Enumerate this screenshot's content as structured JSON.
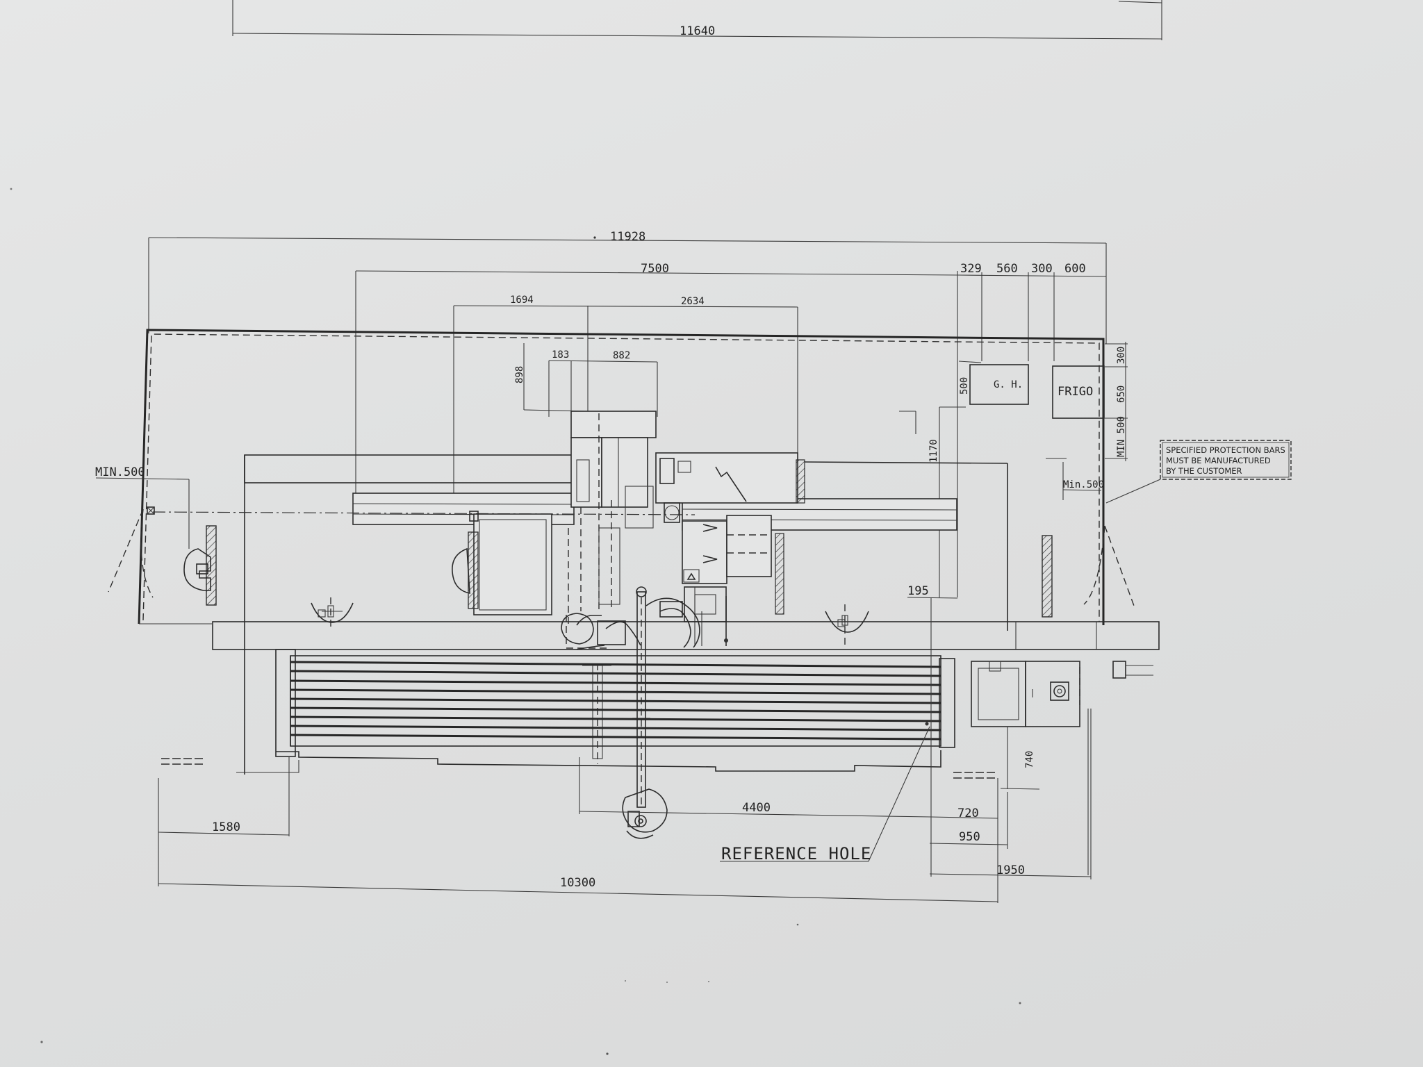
{
  "dimensions": {
    "top_overall": "11640",
    "overall_width": "11928",
    "machine_width": "7500",
    "clear_329": "329",
    "clear_560": "560",
    "clear_300": "300",
    "clear_600": "600",
    "head_1694": "1694",
    "head_2634": "2634",
    "head_183": "183",
    "head_882": "882",
    "head_898": "898",
    "v_500": "500",
    "v_1170": "1170",
    "v_300": "300",
    "v_650": "650",
    "v_min500": "MIN 500",
    "min500_left": "MIN.500",
    "min500_right": "Min.500",
    "d_195": "195",
    "d_740": "740",
    "d_4400": "4400",
    "d_720": "720",
    "d_950": "950",
    "d_1580": "1580",
    "d_1950": "1950",
    "d_10300": "10300"
  },
  "labels": {
    "gh": "G. H.",
    "frigo": "FRIGO",
    "reference_hole": "REFERENCE HOLE"
  },
  "note": {
    "line1": "SPECIFIED PROTECTION BARS",
    "line2": "MUST BE MANUFACTURED",
    "line3": "BY THE CUSTOMER"
  }
}
